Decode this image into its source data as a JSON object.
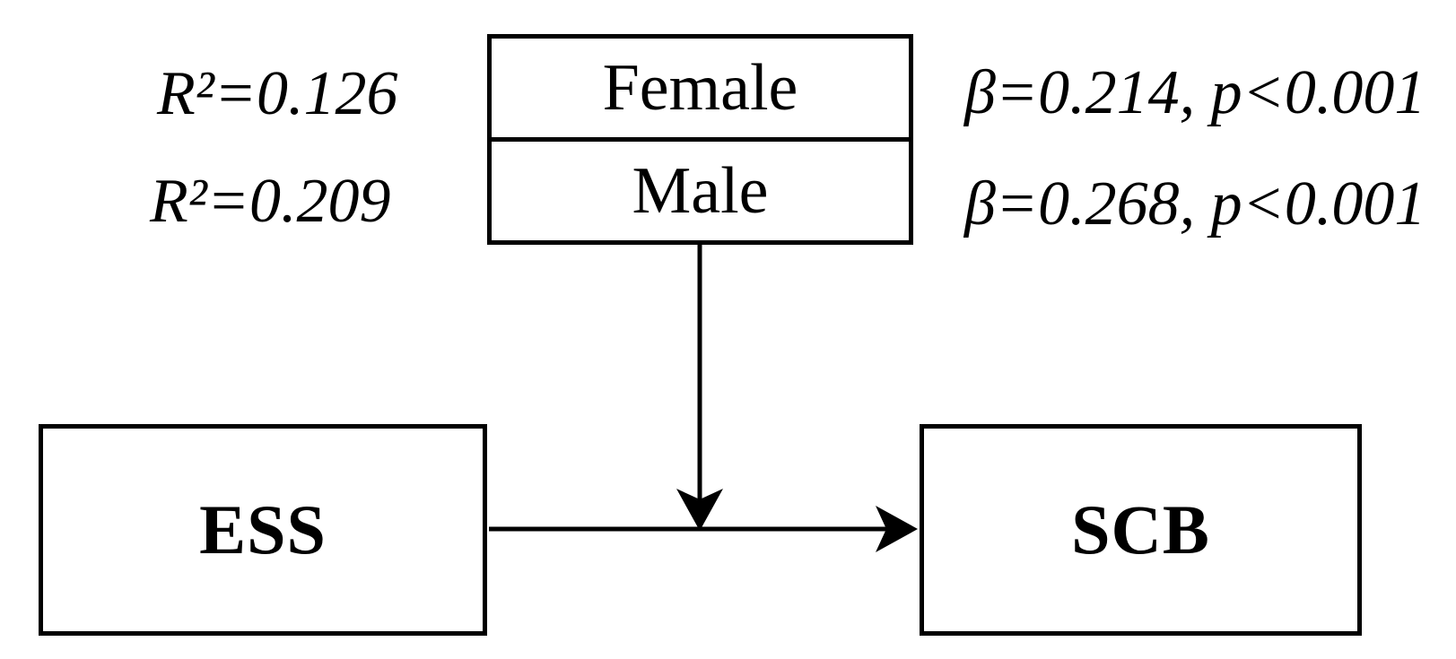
{
  "figure": {
    "type": "moderation-path-diagram",
    "background_color": "#ffffff",
    "line_color": "#000000",
    "predictor": {
      "label": "ESS"
    },
    "outcome": {
      "label": "SCB"
    },
    "moderator": {
      "groups": [
        {
          "label": "Female",
          "r_squared": "R²=0.126",
          "beta": "β=0.214, p<0.001"
        },
        {
          "label": "Male",
          "r_squared": "R²=0.209",
          "beta": "β=0.268, p<0.001"
        }
      ]
    },
    "arrows": [
      {
        "name": "ess-to-scb-arrow",
        "from": "ESS",
        "to": "SCB"
      },
      {
        "name": "moderator-arrow",
        "from": "Female/Male",
        "to": "ESS-SCB path"
      }
    ]
  }
}
